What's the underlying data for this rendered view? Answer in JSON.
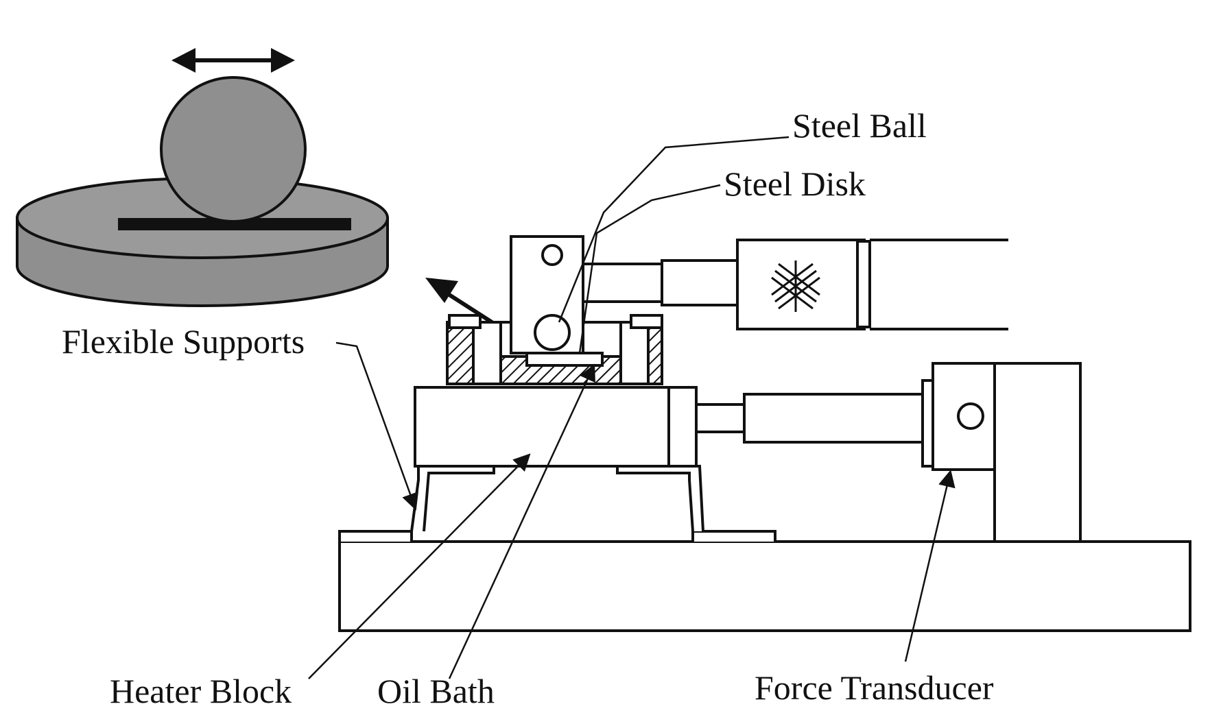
{
  "diagram": {
    "labels": {
      "steel_ball": "Steel Ball",
      "steel_disk": "Steel Disk",
      "flexible_supports": "Flexible Supports",
      "heater_block": "Heater Block",
      "oil_bath": "Oil Bath",
      "force_transducer": "Force Transducer"
    },
    "colors": {
      "line": "#111111",
      "fill_gray": "#8f8f8f",
      "fill_white": "#ffffff",
      "hatch": "#111111"
    },
    "icons": [
      "double-arrow-icon",
      "pointer-arrow-icon",
      "crosshatch-icon"
    ]
  }
}
